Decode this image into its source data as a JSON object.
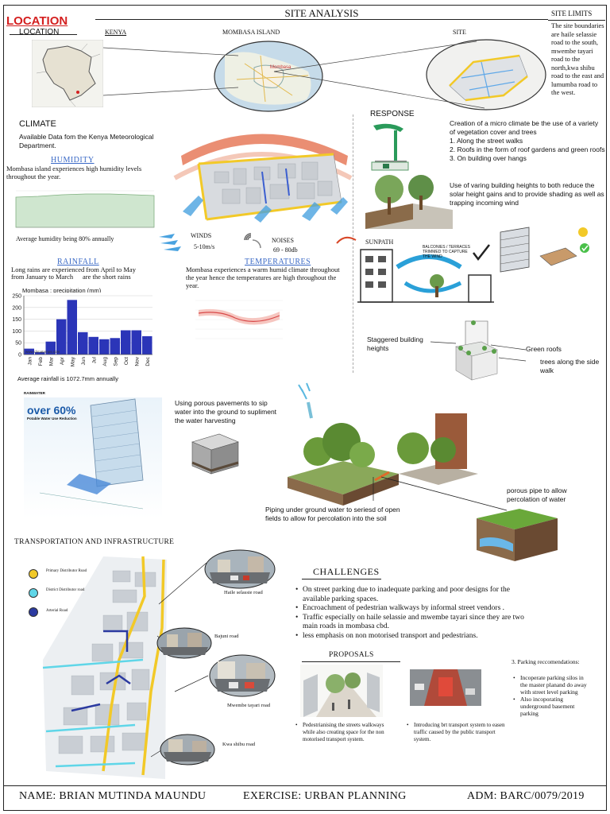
{
  "header": {
    "location_heading": "LOCATION",
    "location_sub": "LOCATION",
    "site_analysis_title": "SITE ANALYSIS",
    "site_limits_title": "SITE LIMITS",
    "site_limits_text": "The site boundaries are haile selassie road to the south, mwembe tayari road to the north,kwa shibu road to the east and lumumba road to the west."
  },
  "maps": {
    "kenya_label": "KENYA",
    "mombasa_label": "MOMBASA ISLAND",
    "site_label": "SITE"
  },
  "climate": {
    "heading": "CLIMATE",
    "source_text": "Available Data fom the Kenya Meteorological Department.",
    "humidity_heading": "HUMIDITY",
    "humidity_text": "Mombasa island experiences high humidity levels throughout the year.",
    "humidity_caption": "Average humidity being 80% annually",
    "rainfall_heading": "RAINFALL",
    "rainfall_text_1": "Long rains are experienced from April to May",
    "rainfall_text_2": "from January to March",
    "rainfall_text_3": "are the short rains",
    "rainfall_caption": "Average rainfall is 1072.7mm annually",
    "winds_label": "WINDS",
    "winds_value": "5-10m/s",
    "noises_label": "NOISES",
    "noises_value": "69 - 80db",
    "temperatures_heading": "TEMPERATURES",
    "temperatures_text": "Mombasa experiences a warm humid climate throughout the year hence the temperatures are high throughout the year."
  },
  "chart_data": {
    "type": "bar",
    "title": "Mombasa : precipitation (mm)",
    "categories": [
      "Jan",
      "Feb",
      "Mar",
      "Apr",
      "May",
      "Jun",
      "Jul",
      "Aug",
      "Sep",
      "Oct",
      "Nov",
      "Dec"
    ],
    "values": [
      25,
      10,
      55,
      150,
      232,
      95,
      75,
      65,
      70,
      103,
      103,
      78
    ],
    "ylim": [
      0,
      250
    ],
    "yticks": [
      0,
      50,
      100,
      150,
      200,
      250
    ],
    "source": "www.climatemps.com",
    "color": "#2b35b8"
  },
  "response": {
    "heading": "RESPONSE",
    "text_1": "Creation of a micro climate be the use of a variety of vegetation cover and trees",
    "points": [
      "1. Along the street walks",
      "2. Roofs in the form of roof gardens and green roofs",
      "3. On building over hangs"
    ],
    "text_2": "Use of varing building heights to both reduce the solar height gains and to provide shading as well as trapping incoming wind",
    "sunpath_label": "SUNPATH",
    "sunpath_note": "BALCONIES / TERRACES TRIMMED TO CAPTURE THE WIND",
    "staggered_label": "Staggered building heights",
    "green_roofs_label": "Green roofs",
    "trees_label": "trees along the side walk"
  },
  "water": {
    "rainwater_label": "RAINWATER",
    "percent": "over 60%",
    "percent_sub": "Potable Water Use Reduction",
    "porous_pavement_text": "Using porous pavements to sip water into the ground to supliment the water harvesting",
    "piping_text": "Piping under ground water to seriesd of open fields to allow for percolation into the soil",
    "porous_pipe_text": "porous pipe to allow percolation of water"
  },
  "transport": {
    "heading": "TRANSPORTATION AND INFRASTRUCTURE",
    "legend": [
      {
        "label": "Primary Distributor Road",
        "color": "#f2c928"
      },
      {
        "label": "District Distributor road",
        "color": "#5fd6e8"
      },
      {
        "label": "Arterial Road",
        "color": "#2b3aa0"
      }
    ],
    "photo_labels": [
      "Haile selassie road",
      "Bajuni road",
      "Mwembe tayari road",
      "Kwa shibu road"
    ]
  },
  "challenges": {
    "heading": "CHALLENGES",
    "items": [
      "On street parking due to inadequate parking and poor designs for the available parking spaces.",
      "Encroachment of pedestrian walkways by informal street vendors .",
      "Traffic especially on haile selassie and mwembe tayari since they are two main roads in mombasa cbd.",
      "less emphasis on non motorised transport and pedestrians."
    ]
  },
  "proposals": {
    "heading": "PROPOSALS",
    "item_1": "Pedestrianising the streets walkways while also creating space for the non motorised transport system.",
    "item_2": "Introducing brt transport system to easen traffic caused by the public transport system.",
    "parking_title": "3. Parking reccomendations:",
    "parking_items": [
      "Incoperate parking silos in the master planand do away with street level parking",
      "Also incoporating underground basement parking"
    ]
  },
  "footer": {
    "name": "NAME: BRIAN MUTINDA MAUNDU",
    "exercise": "EXERCISE: URBAN PLANNING",
    "adm": "ADM: BARC/0079/2019"
  }
}
